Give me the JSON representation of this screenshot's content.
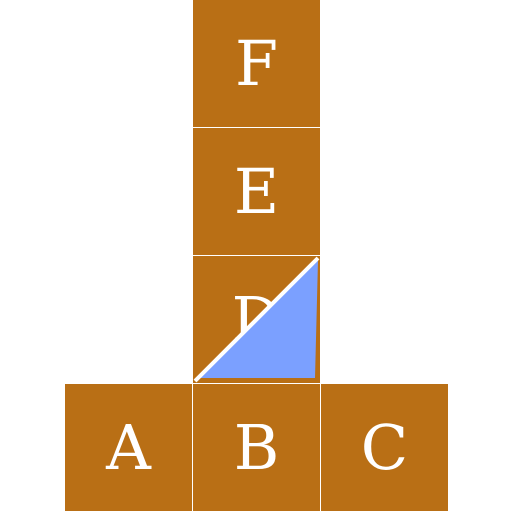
{
  "tiles": {
    "A": {
      "label": "A"
    },
    "B": {
      "label": "B"
    },
    "C": {
      "label": "C"
    },
    "D": {
      "label": "D"
    },
    "E": {
      "label": "E"
    },
    "F": {
      "label": "F"
    }
  },
  "colors": {
    "tile_fill": "#b96f15",
    "tile_text": "#ffffff",
    "triangle_fill": "#7ba0ff",
    "triangle_edge": "#ffffff"
  }
}
